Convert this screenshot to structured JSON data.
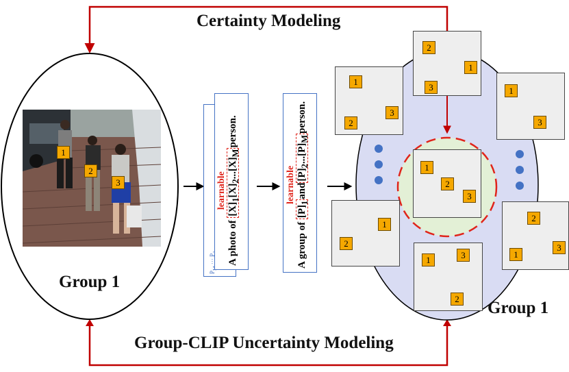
{
  "top_label": "Certainty Modeling",
  "bottom_label": "Group-CLIP Uncertainty Modeling",
  "left_group_label": "Group 1",
  "right_group_label": "Group 1",
  "prompt_card_1": {
    "learnable": "learnable",
    "text_prefix": "A photo of ",
    "tokens": [
      "[X]",
      "1",
      "[X]",
      "2",
      "...",
      "[X]",
      "M",
      "person."
    ],
    "back_labels": [
      "P",
      "M",
      "P",
      "1"
    ]
  },
  "prompt_card_2": {
    "learnable": "learnable",
    "text_prefix": "A group of ",
    "tokens": [
      "[P]",
      "1",
      "and",
      "[P]",
      "2",
      "...",
      "[P]",
      "M",
      "person."
    ]
  },
  "photo_badges": [
    "1",
    "2",
    "3"
  ],
  "tiles": [
    {
      "badges": [
        "2",
        "1",
        "3"
      ]
    },
    {
      "badges": [
        "1",
        "3",
        "2"
      ]
    },
    {
      "badges": [
        "1",
        "3"
      ]
    },
    {
      "badges": [
        "1",
        "2",
        "3"
      ]
    },
    {
      "badges": [
        "1",
        "2"
      ]
    },
    {
      "badges": [
        "2",
        "1",
        "3"
      ]
    },
    {
      "badges": [
        "1",
        "3",
        "2"
      ]
    }
  ],
  "colors": {
    "accent_red": "#c00000",
    "node_blue": "#4472c4",
    "badge_orange": "#f5a800",
    "ellipse_fill": "#d9dcf3",
    "center_fill": "#e3f0d6"
  }
}
